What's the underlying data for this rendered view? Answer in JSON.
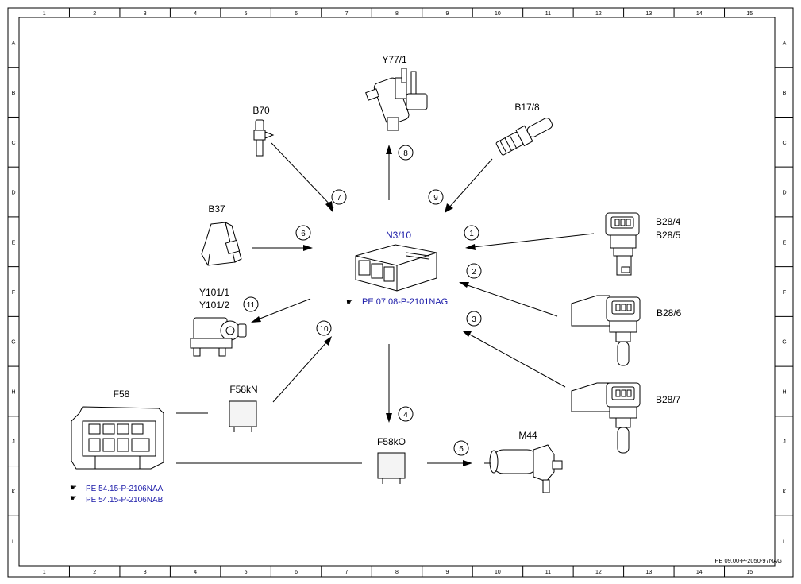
{
  "frame": {
    "columns": [
      "1",
      "2",
      "3",
      "4",
      "5",
      "6",
      "7",
      "8",
      "9",
      "10",
      "11",
      "12",
      "13",
      "14",
      "15"
    ],
    "rows": [
      "A",
      "B",
      "C",
      "D",
      "E",
      "F",
      "G",
      "H",
      "J",
      "K",
      "L"
    ],
    "doc_number": "PE 09.00-P-2050-97NAG"
  },
  "components": {
    "y77_1": "Y77/1",
    "b70": "B70",
    "b17_8": "B17/8",
    "b37": "B37",
    "n3_10": "N3/10",
    "n3_10_ref": "PE 07.08-P-2101NAG",
    "b28_4": "B28/4",
    "b28_5": "B28/5",
    "b28_6": "B28/6",
    "b28_7": "B28/7",
    "y101_1": "Y101/1",
    "y101_2": "Y101/2",
    "f58": "F58",
    "f58_ref1": "PE 54.15-P-2106NAA",
    "f58_ref2": "PE 54.15-P-2106NAB",
    "f58kn": "F58kN",
    "f58ko": "F58kO",
    "m44": "M44"
  },
  "connections": [
    "1",
    "2",
    "3",
    "4",
    "5",
    "6",
    "7",
    "8",
    "9",
    "10",
    "11"
  ],
  "colors": {
    "line": "#000000",
    "reference_link": "#1a1aa8",
    "background": "#ffffff"
  },
  "icons": {
    "reference": "pointing-hand-icon"
  }
}
